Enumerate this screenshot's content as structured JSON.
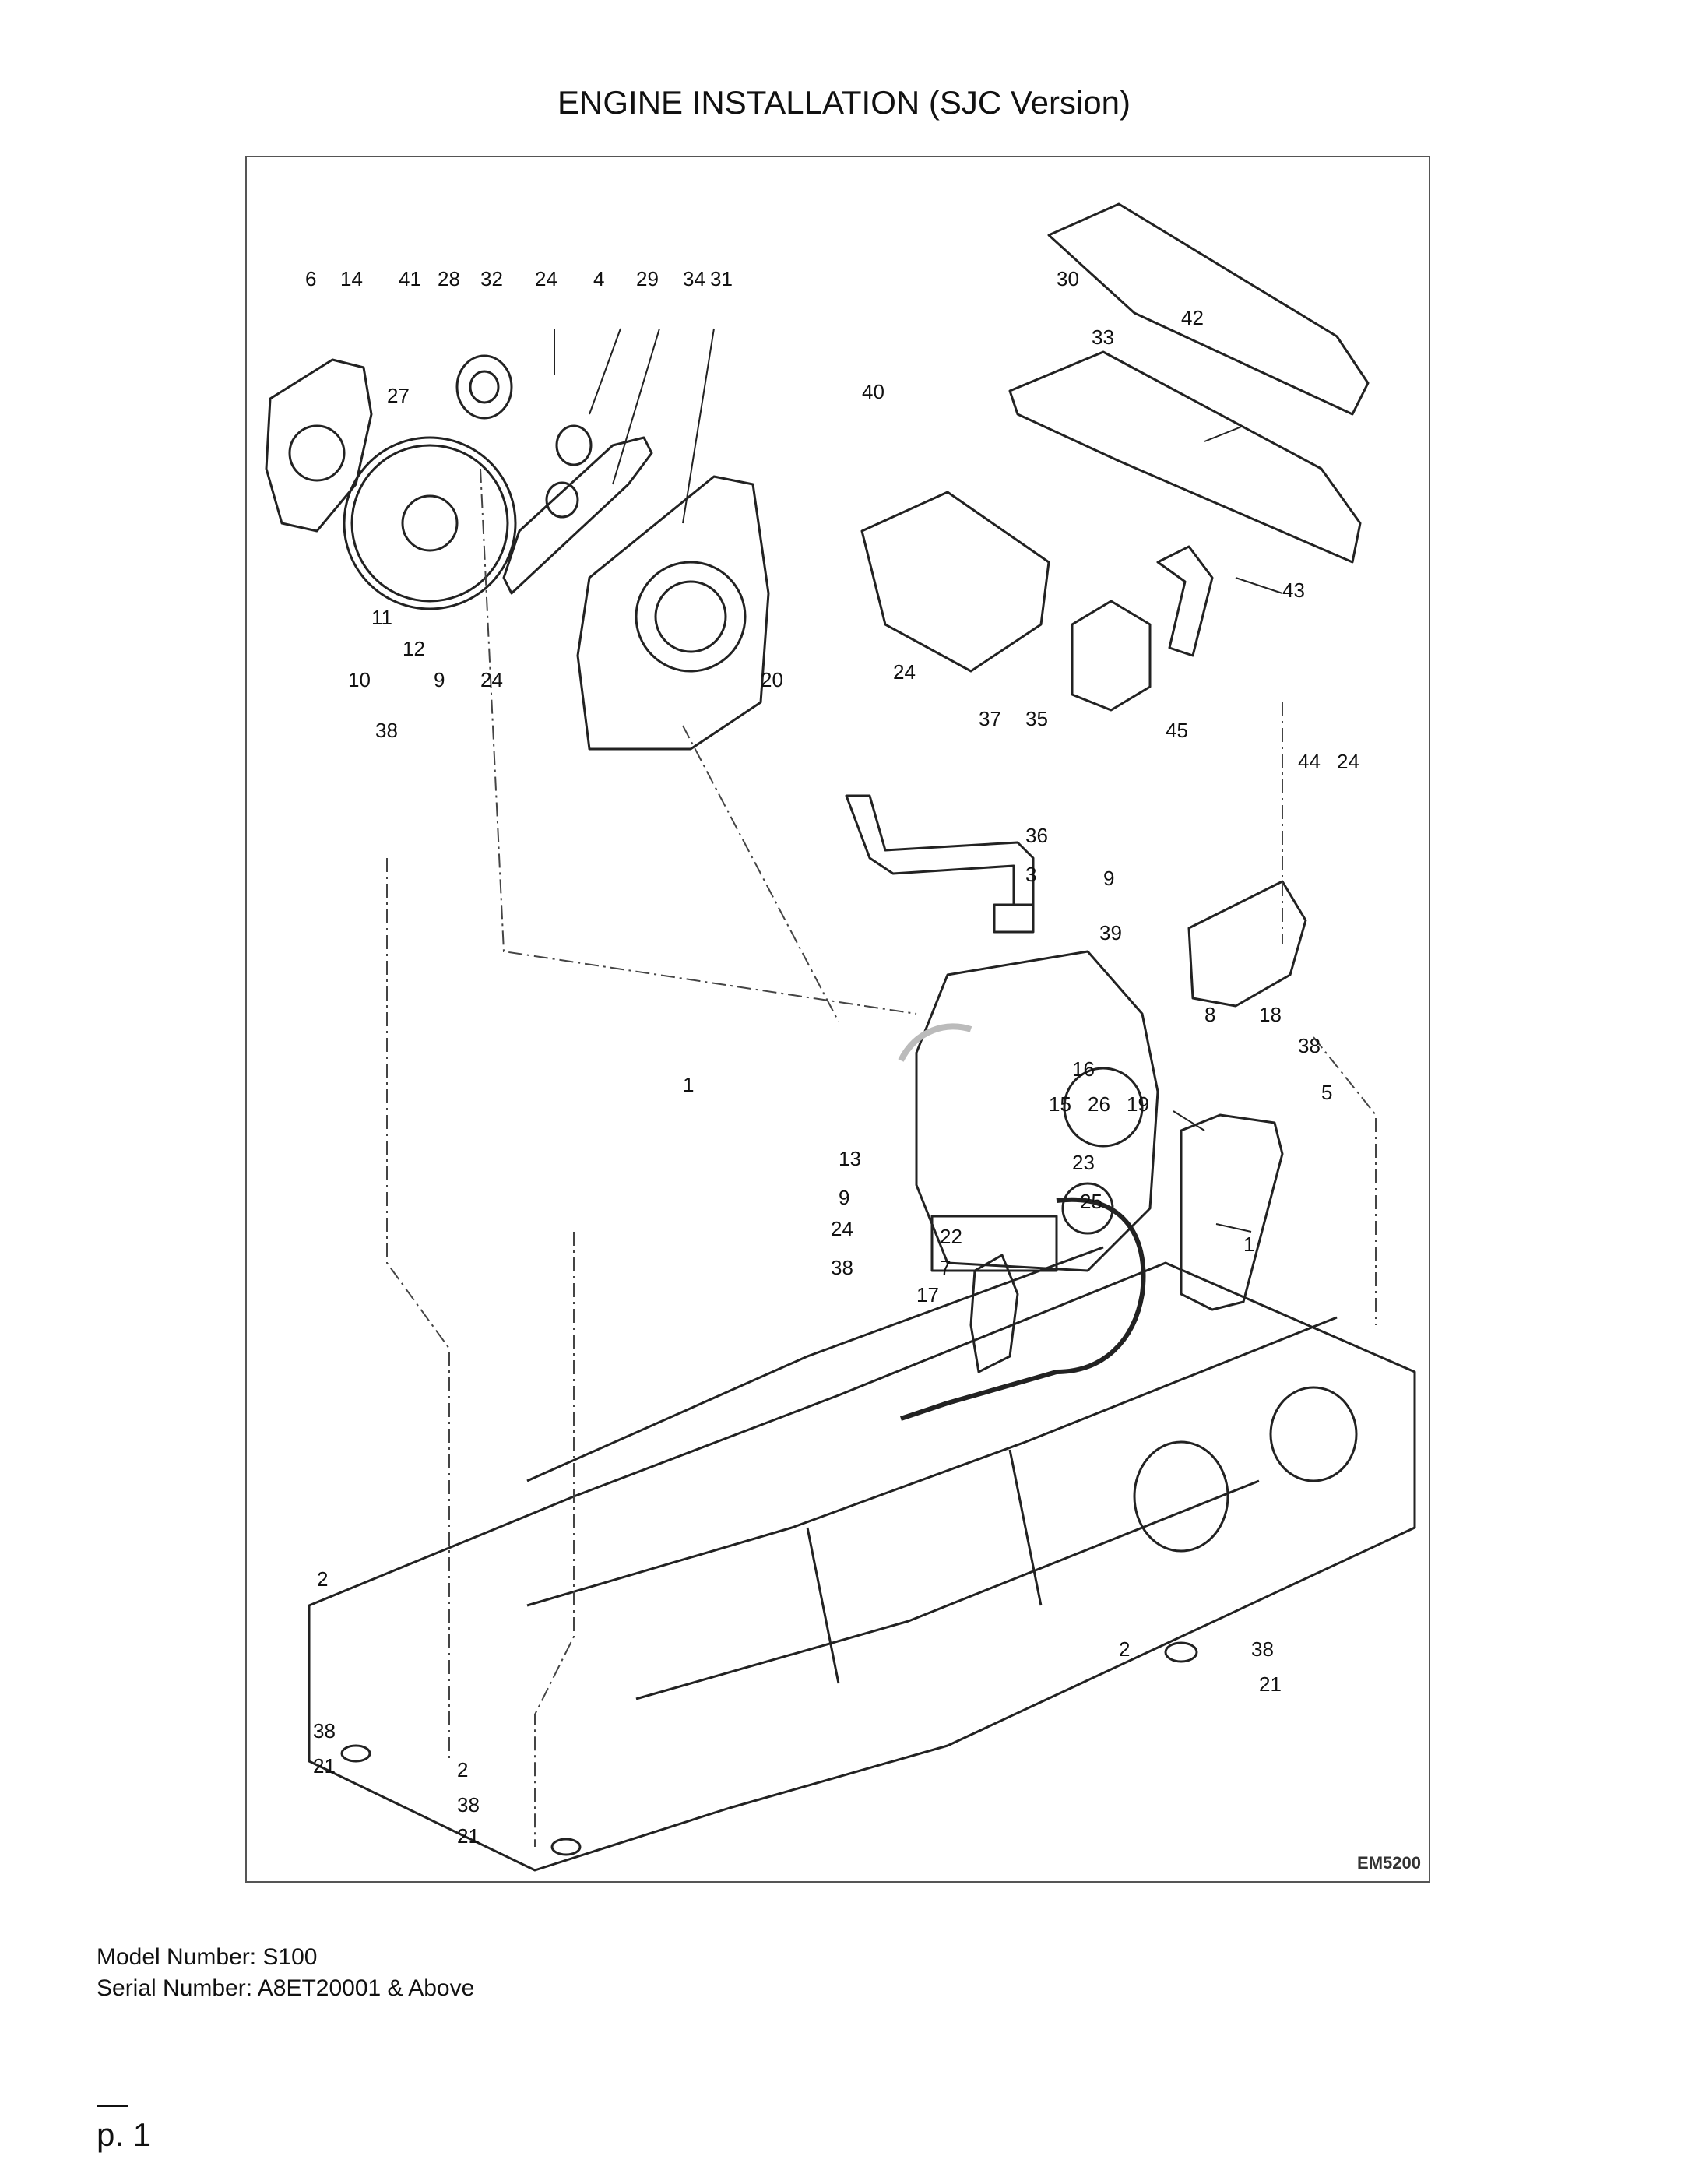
{
  "title": "ENGINE INSTALLATION (SJC Version)",
  "diagram": {
    "drawing_code": "EM5200",
    "callouts": [
      "1",
      "2",
      "3",
      "4",
      "5",
      "6",
      "7",
      "8",
      "9",
      "10",
      "11",
      "12",
      "13",
      "14",
      "15",
      "16",
      "17",
      "18",
      "19",
      "20",
      "21",
      "22",
      "23",
      "24",
      "25",
      "26",
      "27",
      "28",
      "29",
      "30",
      "31",
      "32",
      "33",
      "34",
      "35",
      "36",
      "37",
      "38",
      "39",
      "40",
      "41",
      "42",
      "43",
      "44",
      "45"
    ]
  },
  "footer": {
    "model": "Model Number: S100",
    "serial": "Serial Number: A8ET20001 & Above",
    "page": "p. 1"
  }
}
